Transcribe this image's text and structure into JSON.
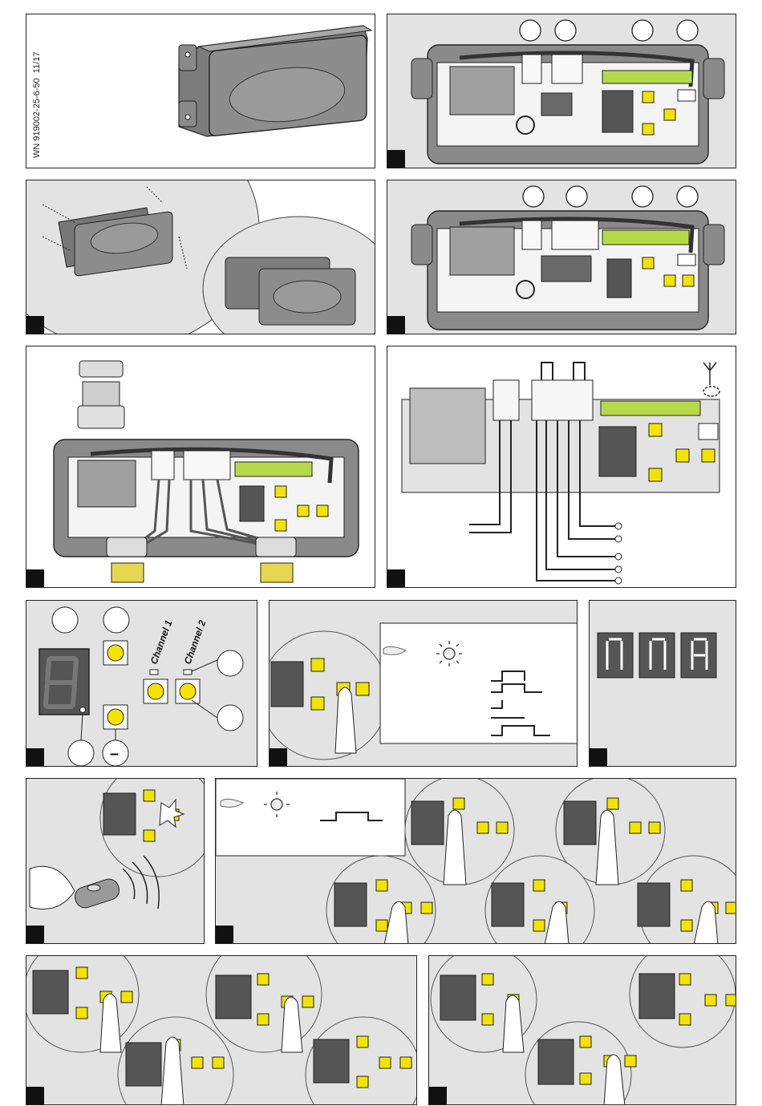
{
  "document": {
    "id": "WN 919002-25-6-50",
    "date": "11/17"
  },
  "panel5": {
    "channel1_label": "Channel 1",
    "channel2_label": "Channel 2",
    "minus_symbol": "–"
  },
  "icons": [
    "sun-blink-icon",
    "finger-icon",
    "remote-control-icon",
    "antenna-icon",
    "seven-segment-display-icon",
    "push-button-icon",
    "terminal-block-icon",
    "cable-gland-icon",
    "screw-icon"
  ],
  "colors": {
    "button_yellow": "#f2e400",
    "housing_grey": "#8a8a8a",
    "panel_grey": "#e3e3e3",
    "display_dark": "#555555",
    "terminal_green": "#b6d94a",
    "outline": "#222222"
  }
}
